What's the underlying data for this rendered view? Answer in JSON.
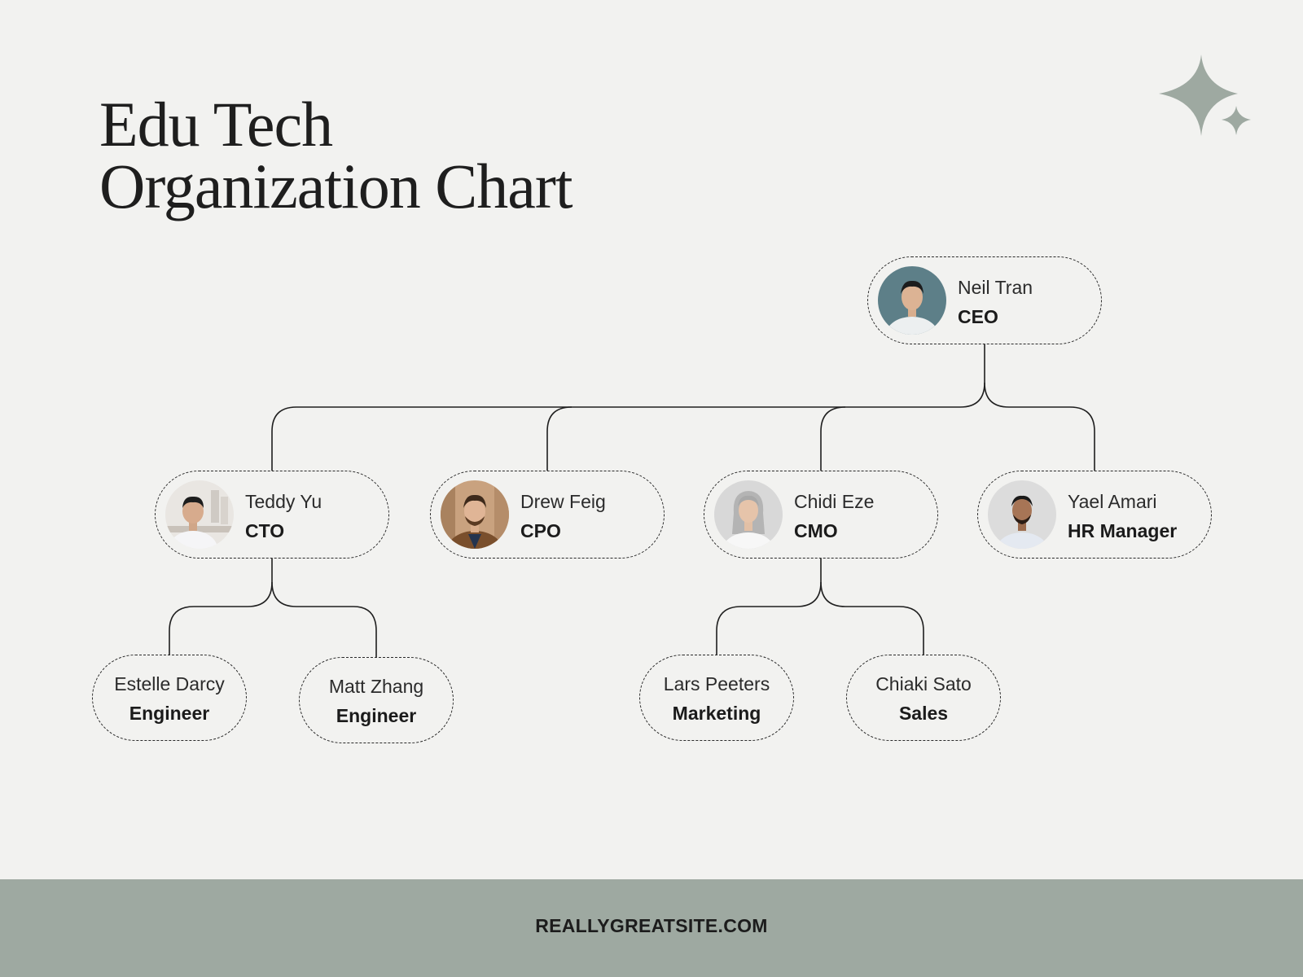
{
  "title": {
    "line1": "Edu Tech",
    "line2": "Organization Chart"
  },
  "colors": {
    "background": "#f2f2f0",
    "accent": "#9ea9a1",
    "line": "#1f1f1f"
  },
  "decoration": {
    "icon": "sparkle-icon"
  },
  "org": {
    "ceo": {
      "name": "Neil Tran",
      "role": "CEO"
    },
    "cto": {
      "name": "Teddy Yu",
      "role": "CTO"
    },
    "cpo": {
      "name": "Drew Feig",
      "role": "CPO"
    },
    "cmo": {
      "name": "Chidi Eze",
      "role": "CMO"
    },
    "hr": {
      "name": "Yael Amari",
      "role": "HR Manager"
    },
    "engineer1": {
      "name": "Estelle Darcy",
      "role": "Engineer"
    },
    "engineer2": {
      "name": "Matt Zhang",
      "role": "Engineer"
    },
    "marketing": {
      "name": "Lars Peeters",
      "role": "Marketing"
    },
    "sales": {
      "name": "Chiaki Sato",
      "role": "Sales"
    }
  },
  "footer": {
    "url": "REALLYGREATSITE.COM"
  }
}
